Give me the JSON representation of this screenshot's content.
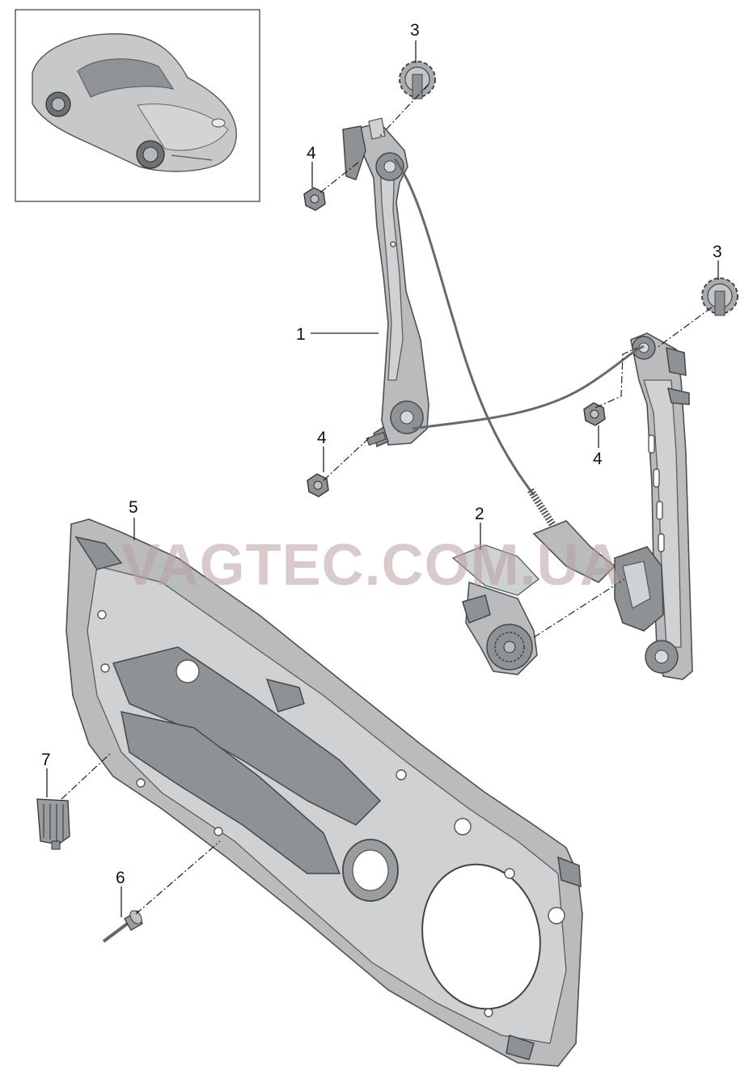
{
  "watermark": "VAGTEC.COM.UA",
  "callouts": {
    "c1": "1",
    "c2": "2",
    "c3a": "3",
    "c3b": "3",
    "c4a": "4",
    "c4b": "4",
    "c4c": "4",
    "c5": "5",
    "c6": "6",
    "c7": "7"
  },
  "colors": {
    "part_fill": "#b9bbbd",
    "part_stroke": "#4e5154",
    "watermark": "#b9a0a0"
  }
}
